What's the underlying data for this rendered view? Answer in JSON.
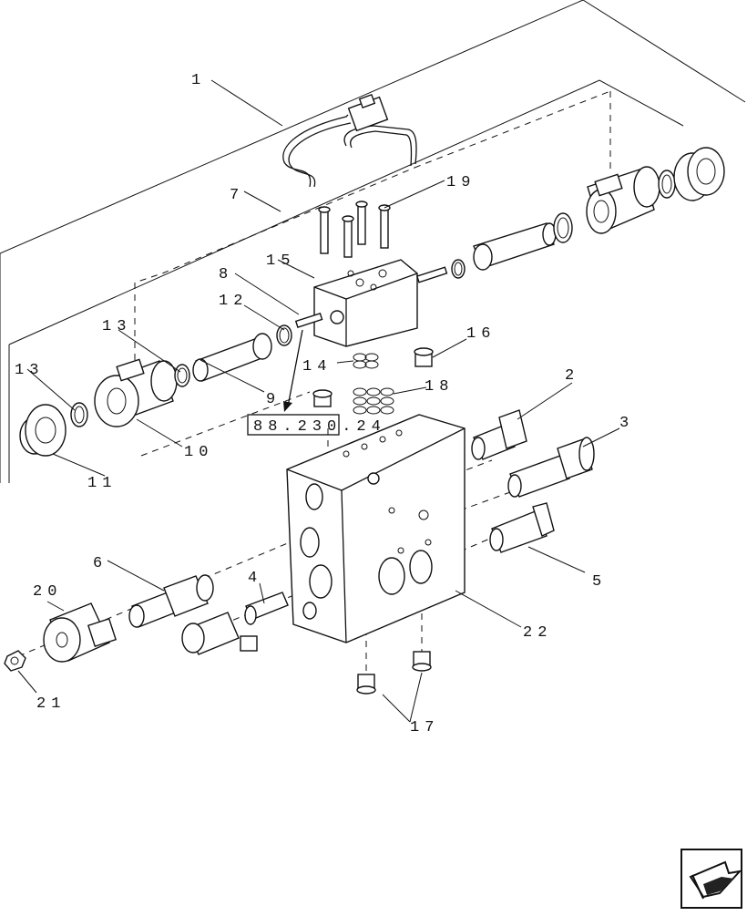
{
  "diagram": {
    "callouts": {
      "c1": "1",
      "c2": "2",
      "c3": "3",
      "c4": "4",
      "c5": "5",
      "c6": "6",
      "c7": "7",
      "c8": "8",
      "c9": "9",
      "c10": "10",
      "c11": "11",
      "c12": "12",
      "c13a": "13",
      "c13b": "13",
      "c14": "14",
      "c15": "15",
      "c16": "16",
      "c17": "17",
      "c18": "18",
      "c19": "19",
      "c20": "20",
      "c21": "21",
      "c22": "22"
    },
    "reference_box": "88.230.24"
  },
  "nav": {
    "icon": "page-flip-arrow-icon"
  }
}
